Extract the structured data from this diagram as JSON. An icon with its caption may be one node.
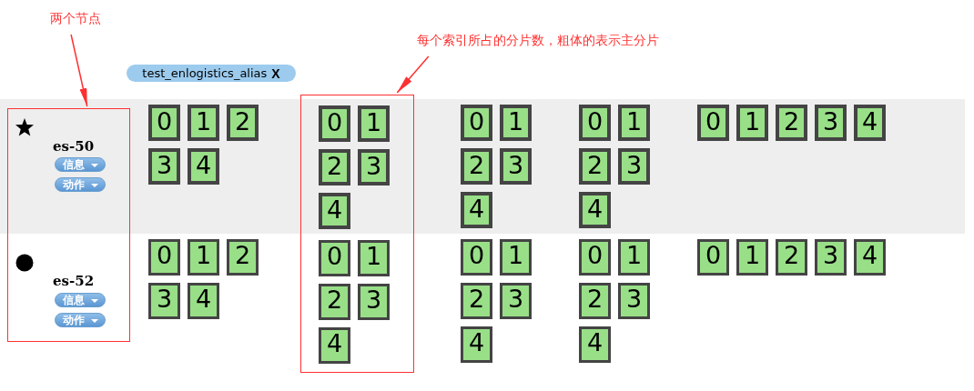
{
  "diagram": {
    "nodes": [
      {
        "text": [
          "两个节点"
        ]
      },
      {
        "text": [
          "每个索引所占的分片数，粗体的表示主分片"
        ]
      },
      {
        "text": [
          "test_enlogistics_alias",
          "X"
        ]
      },
      {
        "text": [],
        "shape": "box"
      },
      {
        "text": [],
        "shape": "box"
      },
      {
        "text": [
          "es-50"
        ],
        "in": 3
      },
      {
        "text": [
          "0"
        ]
      },
      {
        "text": [
          "1"
        ]
      },
      {
        "text": [
          "2"
        ]
      },
      {
        "text": [
          "3"
        ]
      },
      {
        "text": [
          "4"
        ]
      },
      {
        "text": [
          "0"
        ],
        "in": 4
      },
      {
        "text": [
          "1"
        ],
        "in": 4
      },
      {
        "text": [
          "2"
        ],
        "in": 4
      },
      {
        "text": [
          "3"
        ],
        "in": 4
      },
      {
        "text": [
          "4"
        ],
        "in": 4
      },
      {
        "text": [
          "0"
        ]
      },
      {
        "text": [
          "1"
        ]
      },
      {
        "text": [
          "2"
        ]
      },
      {
        "text": [
          "3"
        ]
      },
      {
        "text": [
          "4"
        ]
      },
      {
        "text": [
          "0"
        ]
      },
      {
        "text": [
          "1"
        ]
      },
      {
        "text": [
          "2"
        ]
      },
      {
        "text": [
          "3"
        ]
      },
      {
        "text": [
          "4"
        ]
      },
      {
        "text": [
          "0"
        ]
      },
      {
        "text": [
          "1"
        ]
      },
      {
        "text": [
          "2"
        ]
      },
      {
        "text": [
          "3"
        ]
      },
      {
        "text": [
          "4"
        ]
      },
      {
        "text": [
          "es-52"
        ],
        "in": 3
      },
      {
        "text": [
          "0"
        ]
      },
      {
        "text": [
          "1"
        ]
      },
      {
        "text": [
          "2"
        ]
      },
      {
        "text": [
          "3"
        ]
      },
      {
        "text": [
          "4"
        ]
      },
      {
        "text": [
          "0"
        ],
        "in": 4
      },
      {
        "text": [
          "1"
        ],
        "in": 4
      },
      {
        "text": [
          "2"
        ],
        "in": 4
      },
      {
        "text": [
          "3"
        ],
        "in": 4
      },
      {
        "text": [
          "4"
        ],
        "in": 4
      },
      {
        "text": [
          "0"
        ]
      },
      {
        "text": [
          "1"
        ]
      },
      {
        "text": [
          "2"
        ]
      },
      {
        "text": [
          "3"
        ]
      },
      {
        "text": [
          "4"
        ]
      },
      {
        "text": [
          "0"
        ]
      },
      {
        "text": [
          "1"
        ]
      },
      {
        "text": [
          "2"
        ]
      },
      {
        "text": [
          "3"
        ]
      },
      {
        "text": [
          "4"
        ]
      },
      {
        "text": [
          "0"
        ]
      },
      {
        "text": [
          "1"
        ]
      },
      {
        "text": [
          "2"
        ]
      },
      {
        "text": [
          "3"
        ]
      },
      {
        "text": [
          "4"
        ]
      }
    ],
    "edges": [
      {
        "from": 0,
        "to": 3,
        "arrow": "to"
      },
      {
        "from": 1,
        "to": 4,
        "arrow": "to"
      }
    ],
    "labels": [
      "信息",
      "动作",
      "信息",
      "动作"
    ]
  }
}
